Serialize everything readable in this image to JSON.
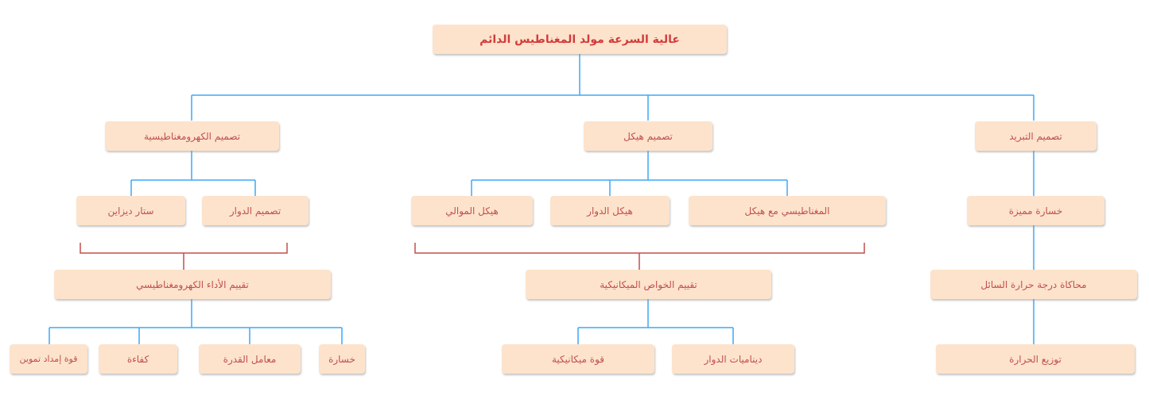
{
  "diagram": {
    "root": "عالية السرعة مولد المغناطيس الدائم",
    "branches": {
      "em": {
        "title": "تصميم الكهرومغناطيسية",
        "children": [
          "ستار ديزاين",
          "تصميم الدوار"
        ],
        "evaluation": "تقييم الأداء الكهرومغناطيسي",
        "metrics": [
          "قوة إمداد تموين",
          "كفاءة",
          "معامل القدرة",
          "خسارة"
        ]
      },
      "structure": {
        "title": "تصميم هيكل",
        "children": [
          "هيكل الموالي",
          "هيكل الدوار",
          "المغناطيسي مع هيكل"
        ],
        "evaluation": "تقييم الخواص الميكانيكية",
        "metrics": [
          "قوة ميكانيكية",
          "ديناميات الدوار"
        ]
      },
      "cooling": {
        "title": "تصميم التبريد",
        "steps": [
          "خسارة مميزة",
          "محاكاة درجة حرارة السائل",
          "توزيع الحرارة"
        ]
      }
    },
    "colors": {
      "node_fill": "#fde3cc",
      "text": "#c0504d",
      "connector_blue": "#3fa9f5",
      "bracket_red": "#c0504d"
    }
  }
}
